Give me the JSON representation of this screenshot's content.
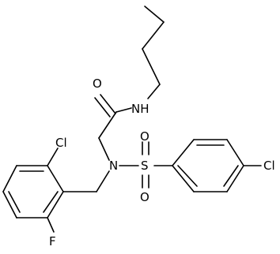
{
  "molecule": {
    "atoms": {
      "nh": "NH",
      "o_carbonyl": "O",
      "n_sulfonamide": "N",
      "s": "S",
      "o_sulfonyl_top": "O",
      "o_sulfonyl_bottom": "O",
      "cl_benzyl": "Cl",
      "f_benzyl": "F",
      "cl_phenyl": "Cl"
    }
  }
}
